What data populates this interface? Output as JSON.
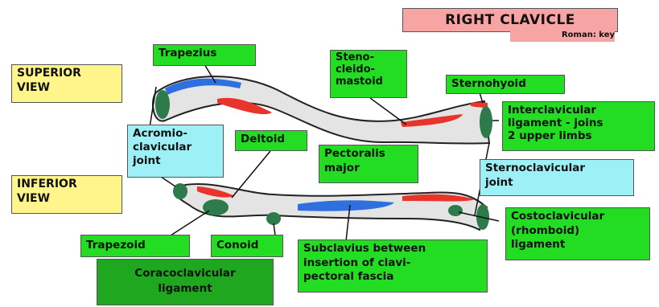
{
  "title": {
    "main": "RIGHT CLAVICLE",
    "sub": "Roman: key"
  },
  "views": {
    "superior": "SUPERIOR\nVIEW",
    "inferior": "INFERIOR\nVIEW"
  },
  "labels": {
    "trapezius": "Trapezius",
    "scm": "Steno-\ncleido-\nmastoid",
    "sternohyoid": "Sternohyoid",
    "interclavicular": "Interclavicular\nligament - joins\n2 upper limbs",
    "acromioclavicular": "Acromio-\nclavicular\njoint",
    "deltoid": "Deltoid",
    "pectoralis": "Pectoralis\nmajor",
    "sternoclavicular": "Sternoclavicular\njoint",
    "costoclavicular": "Costoclavicular\n(rhomboid)\nligament",
    "trapezoid": "Trapezoid",
    "conoid": "Conoid",
    "subclavius": "Subclavius between\ninsertion of clavi-\npectoral fascia",
    "coracoclavicular": "Coracoclavicular\nligament"
  },
  "colors": {
    "muscle": "#e8342a",
    "blue": "#2f6fe0",
    "joint": "#2d7a4a",
    "bone": "#e4e4e4",
    "label_green": "#22dd22"
  }
}
